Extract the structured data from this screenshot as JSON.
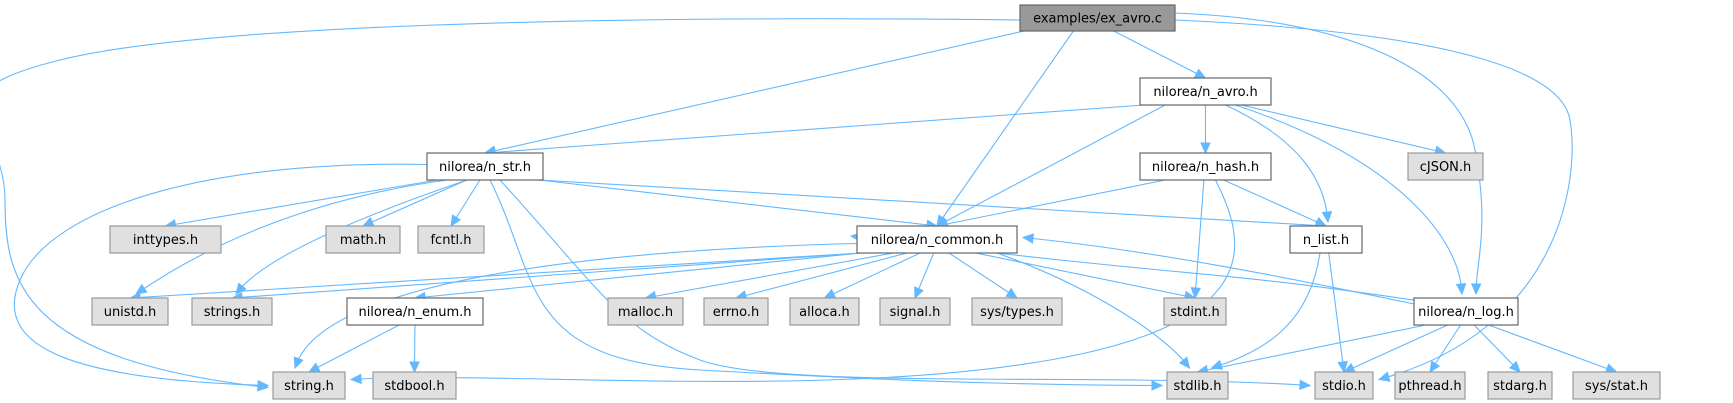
{
  "diagram": {
    "title": "examples/ex_avro.c",
    "type": "include-dependency-graph",
    "colors": {
      "main_node_fill": "#999999",
      "project_node_fill": "#ffffff",
      "system_node_fill": "#e0e0e0",
      "edge": "#63b8ff"
    },
    "nodes": [
      {
        "id": "ex_avro",
        "label": "examples/ex_avro.c",
        "kind": "main"
      },
      {
        "id": "n_avro",
        "label": "nilorea/n_avro.h",
        "kind": "project"
      },
      {
        "id": "n_str",
        "label": "nilorea/n_str.h",
        "kind": "project"
      },
      {
        "id": "n_hash",
        "label": "nilorea/n_hash.h",
        "kind": "project"
      },
      {
        "id": "cjson",
        "label": "cJSON.h",
        "kind": "system"
      },
      {
        "id": "inttypes",
        "label": "inttypes.h",
        "kind": "system"
      },
      {
        "id": "math",
        "label": "math.h",
        "kind": "system"
      },
      {
        "id": "fcntl",
        "label": "fcntl.h",
        "kind": "system"
      },
      {
        "id": "n_common",
        "label": "nilorea/n_common.h",
        "kind": "project"
      },
      {
        "id": "n_list",
        "label": "n_list.h",
        "kind": "project"
      },
      {
        "id": "unistd",
        "label": "unistd.h",
        "kind": "system"
      },
      {
        "id": "strings",
        "label": "strings.h",
        "kind": "system"
      },
      {
        "id": "n_enum",
        "label": "nilorea/n_enum.h",
        "kind": "project"
      },
      {
        "id": "malloc",
        "label": "malloc.h",
        "kind": "system"
      },
      {
        "id": "errno",
        "label": "errno.h",
        "kind": "system"
      },
      {
        "id": "alloca",
        "label": "alloca.h",
        "kind": "system"
      },
      {
        "id": "signal",
        "label": "signal.h",
        "kind": "system"
      },
      {
        "id": "systypes",
        "label": "sys/types.h",
        "kind": "system"
      },
      {
        "id": "stdint",
        "label": "stdint.h",
        "kind": "system"
      },
      {
        "id": "n_log",
        "label": "nilorea/n_log.h",
        "kind": "project"
      },
      {
        "id": "string",
        "label": "string.h",
        "kind": "system"
      },
      {
        "id": "stdbool",
        "label": "stdbool.h",
        "kind": "system"
      },
      {
        "id": "stdlib",
        "label": "stdlib.h",
        "kind": "system"
      },
      {
        "id": "stdio",
        "label": "stdio.h",
        "kind": "system"
      },
      {
        "id": "pthread",
        "label": "pthread.h",
        "kind": "system"
      },
      {
        "id": "stdarg",
        "label": "stdarg.h",
        "kind": "system"
      },
      {
        "id": "sysstat",
        "label": "sys/stat.h",
        "kind": "system"
      }
    ],
    "edges": [
      {
        "from": "ex_avro",
        "to": "n_avro"
      },
      {
        "from": "ex_avro",
        "to": "n_str"
      },
      {
        "from": "ex_avro",
        "to": "n_common"
      },
      {
        "from": "ex_avro",
        "to": "n_log"
      },
      {
        "from": "ex_avro",
        "to": "string"
      },
      {
        "from": "ex_avro",
        "to": "stdio"
      },
      {
        "from": "n_avro",
        "to": "n_str"
      },
      {
        "from": "n_avro",
        "to": "n_common"
      },
      {
        "from": "n_avro",
        "to": "n_hash"
      },
      {
        "from": "n_avro",
        "to": "cjson"
      },
      {
        "from": "n_avro",
        "to": "n_list"
      },
      {
        "from": "n_avro",
        "to": "n_log"
      },
      {
        "from": "n_str",
        "to": "inttypes"
      },
      {
        "from": "n_str",
        "to": "math"
      },
      {
        "from": "n_str",
        "to": "fcntl"
      },
      {
        "from": "n_str",
        "to": "n_common"
      },
      {
        "from": "n_str",
        "to": "n_list"
      },
      {
        "from": "n_str",
        "to": "unistd"
      },
      {
        "from": "n_str",
        "to": "strings"
      },
      {
        "from": "n_str",
        "to": "string"
      },
      {
        "from": "n_str",
        "to": "stdlib"
      },
      {
        "from": "n_str",
        "to": "stdio"
      },
      {
        "from": "n_hash",
        "to": "n_common"
      },
      {
        "from": "n_hash",
        "to": "n_list"
      },
      {
        "from": "n_hash",
        "to": "stdint"
      },
      {
        "from": "n_hash",
        "to": "string"
      },
      {
        "from": "n_common",
        "to": "unistd"
      },
      {
        "from": "n_common",
        "to": "strings"
      },
      {
        "from": "n_common",
        "to": "string"
      },
      {
        "from": "n_common",
        "to": "n_enum"
      },
      {
        "from": "n_common",
        "to": "malloc"
      },
      {
        "from": "n_common",
        "to": "errno"
      },
      {
        "from": "n_common",
        "to": "alloca"
      },
      {
        "from": "n_common",
        "to": "signal"
      },
      {
        "from": "n_common",
        "to": "systypes"
      },
      {
        "from": "n_common",
        "to": "stdint"
      },
      {
        "from": "n_common",
        "to": "stdlib"
      },
      {
        "from": "n_common",
        "to": "n_log"
      },
      {
        "from": "n_log",
        "to": "n_common"
      },
      {
        "from": "n_list",
        "to": "stdlib"
      },
      {
        "from": "n_list",
        "to": "stdio"
      },
      {
        "from": "n_enum",
        "to": "string"
      },
      {
        "from": "n_enum",
        "to": "stdbool"
      },
      {
        "from": "n_log",
        "to": "stdlib"
      },
      {
        "from": "n_log",
        "to": "stdio"
      },
      {
        "from": "n_log",
        "to": "pthread"
      },
      {
        "from": "n_log",
        "to": "stdarg"
      },
      {
        "from": "n_log",
        "to": "sysstat"
      }
    ]
  }
}
